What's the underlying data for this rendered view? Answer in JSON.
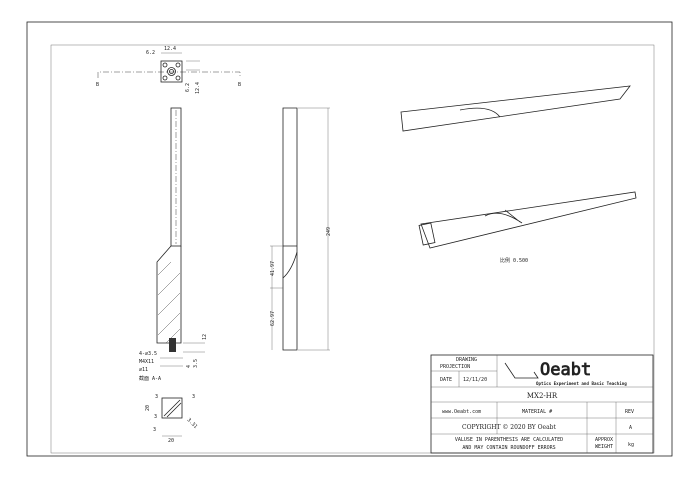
{
  "top_view": {
    "dim_width": "12.4",
    "dim_offset_x": "6.2",
    "dim_offset_y": "6.2",
    "dim_height": "12.4",
    "section_mark_left": "B",
    "section_mark_right": "B"
  },
  "front_view": {
    "dim_thread_depth": "12",
    "dim_a": "4",
    "dim_b": "3.5",
    "hole_callout": "4-∅3.5",
    "thread_callout": "M4X11",
    "diameter_callout": "∅11",
    "section_label": "截面 A-A"
  },
  "section_view": {
    "dim_top": "3",
    "dim_right": "3",
    "dim_diag": "3.31",
    "dim_left_small": "3",
    "dim_bottom_small": "3",
    "dim_height": "20",
    "dim_width": "20"
  },
  "side_view": {
    "dim_total": "249",
    "dim_taper": "41.97",
    "dim_lower": "62.97"
  },
  "iso_view": {
    "scale_label": "比例  0.500"
  },
  "title_block": {
    "drawing_projection": "DRAWING\nPROJECTION",
    "drawing_label": "DRAWING",
    "projection_label": "PROJECTION",
    "date_label": "DATE",
    "date_value": "12/11/20",
    "logo_text": "Oeabt",
    "logo_subtitle": "Optics Experiment and Basic Teaching",
    "part_name": "MX2-HR",
    "website": "www.Oeabt.com",
    "material_label": "MATERIAL #",
    "rev_label": "REV",
    "rev_value": "A",
    "copyright": "COPYRIGHT © 2020 BY Oeabt",
    "note_line1": "VALUSE IN PARENTHESIS ARE CALCULATED",
    "note_line2": "AND MAY CONTAIN ROUNDOFF ERRORS",
    "approx_label": "APPROX",
    "weight_label": "WEIGHT",
    "weight_unit": "kg"
  }
}
